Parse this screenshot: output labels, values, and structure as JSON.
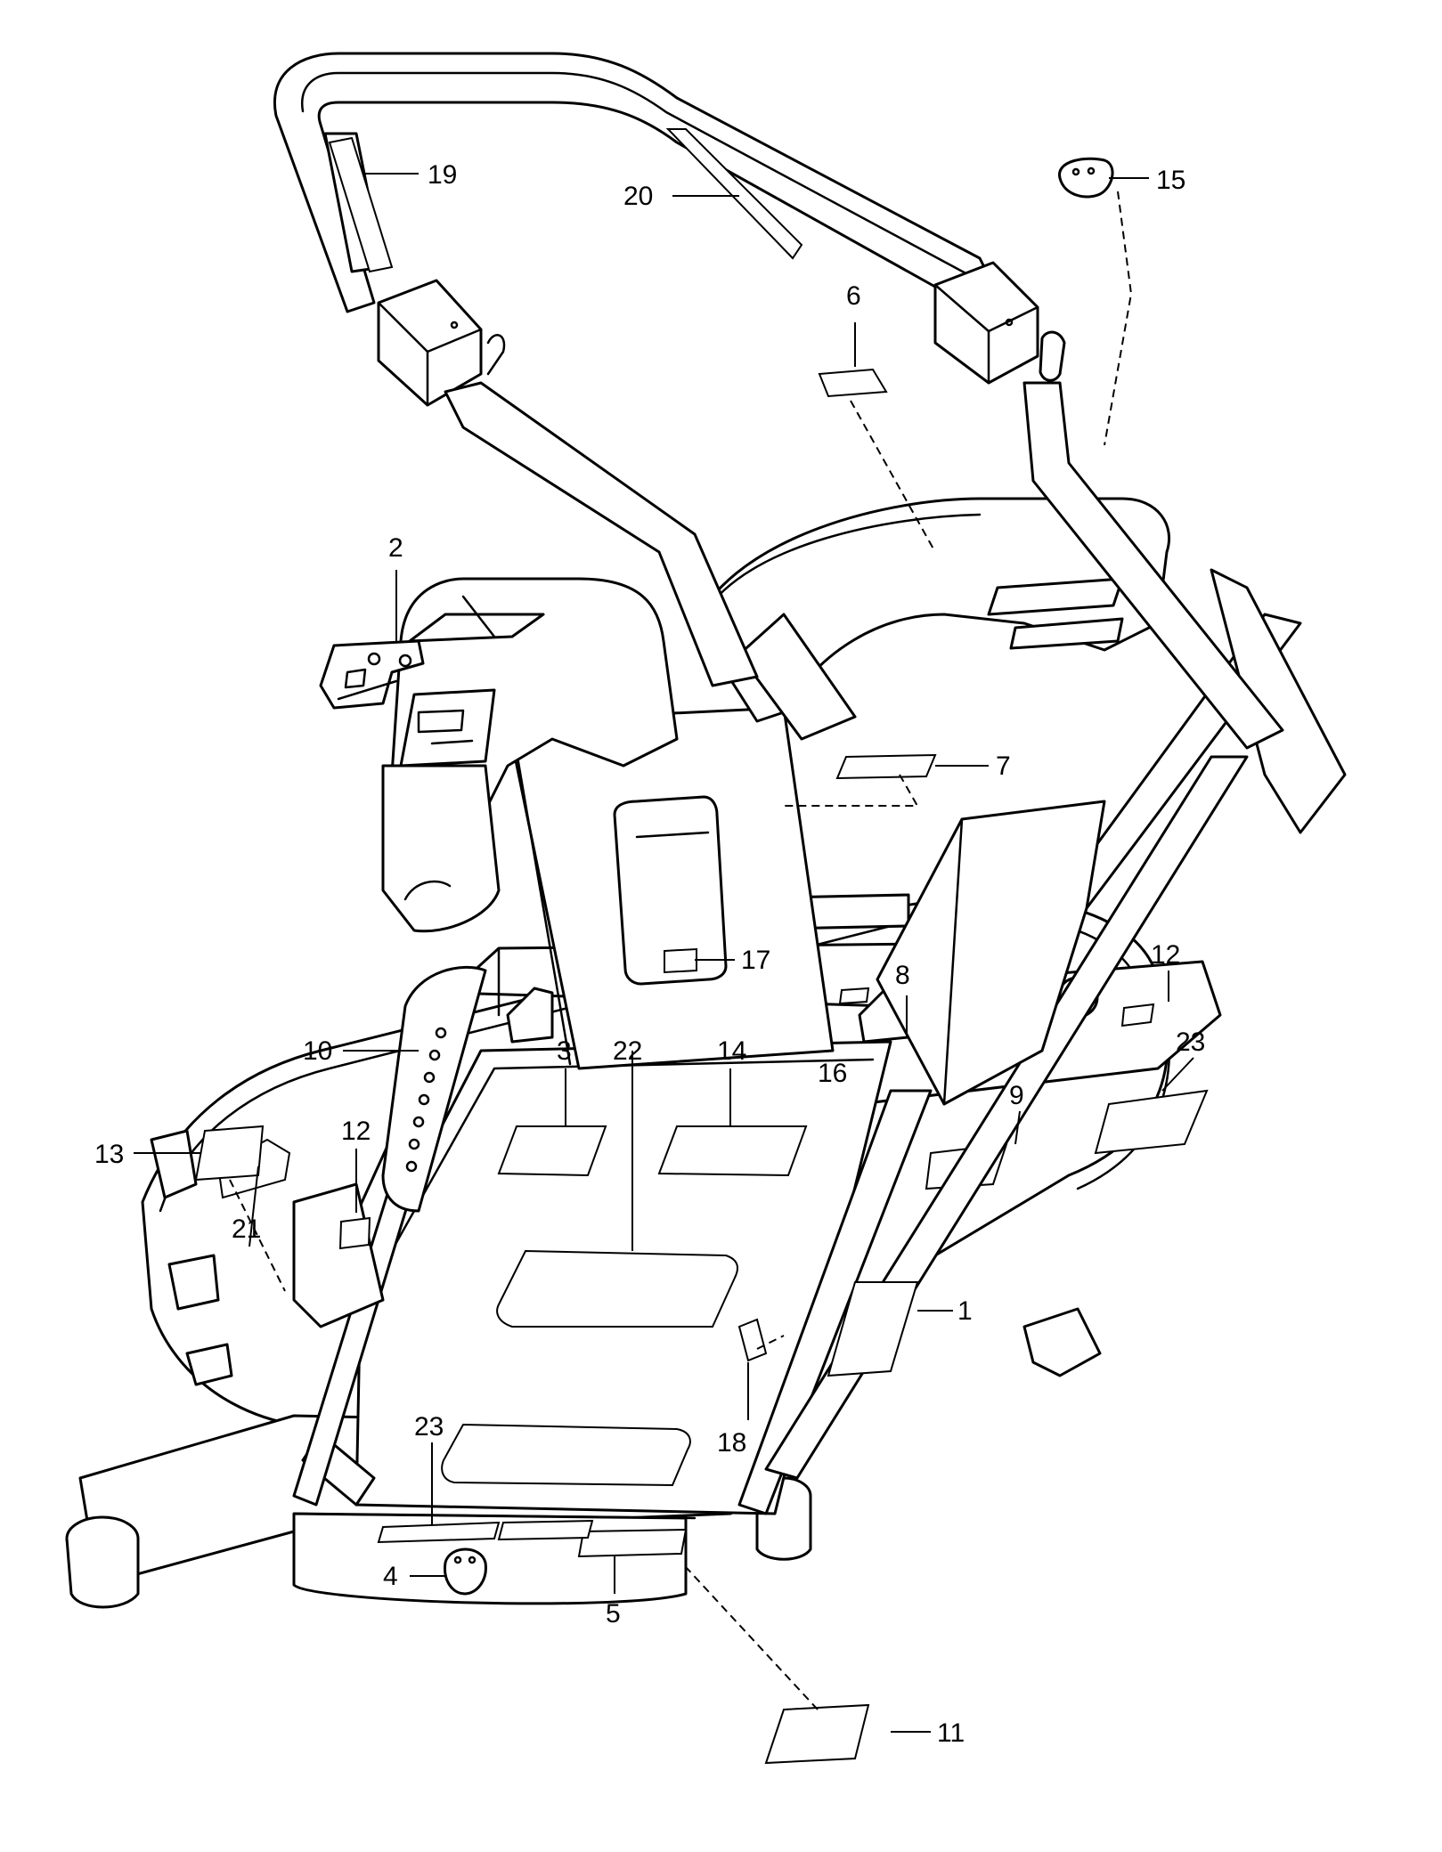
{
  "callouts": [
    {
      "id": "c1",
      "text": "1"
    },
    {
      "id": "c2",
      "text": "2"
    },
    {
      "id": "c3",
      "text": "3"
    },
    {
      "id": "c4",
      "text": "4"
    },
    {
      "id": "c5",
      "text": "5"
    },
    {
      "id": "c6",
      "text": "6"
    },
    {
      "id": "c7",
      "text": "7"
    },
    {
      "id": "c8",
      "text": "8"
    },
    {
      "id": "c9",
      "text": "9"
    },
    {
      "id": "c10",
      "text": "10"
    },
    {
      "id": "c11",
      "text": "11"
    },
    {
      "id": "c12a",
      "text": "12"
    },
    {
      "id": "c12b",
      "text": "12"
    },
    {
      "id": "c13",
      "text": "13"
    },
    {
      "id": "c14",
      "text": "14"
    },
    {
      "id": "c15",
      "text": "15"
    },
    {
      "id": "c16",
      "text": "16"
    },
    {
      "id": "c17",
      "text": "17"
    },
    {
      "id": "c18",
      "text": "18"
    },
    {
      "id": "c19",
      "text": "19"
    },
    {
      "id": "c20",
      "text": "20"
    },
    {
      "id": "c21",
      "text": "21"
    },
    {
      "id": "c22",
      "text": "22"
    },
    {
      "id": "c23a",
      "text": "23"
    },
    {
      "id": "c23b",
      "text": "23"
    }
  ]
}
